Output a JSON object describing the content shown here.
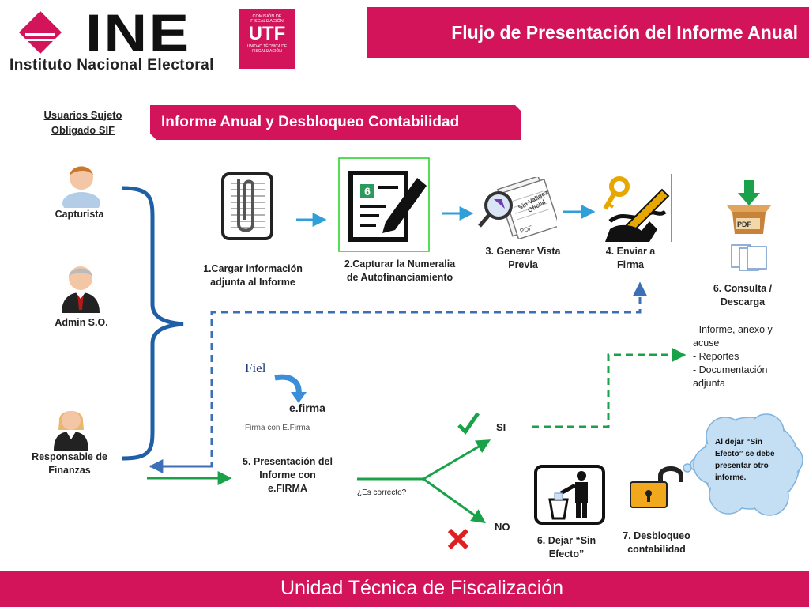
{
  "header": {
    "logo_ine": "INE",
    "logo_name": "Instituto Nacional Electoral",
    "utf_top": "COMISIÓN DE FISCALIZACIÓN",
    "utf_big": "UTF",
    "utf_bottom": "UNIDAD TÉCNICA DE FISCALIZACIÓN",
    "title": "Flujo de Presentación del  Informe Anual"
  },
  "users_label": "Usuarios Sujeto Obligado SIF",
  "section_title": "Informe Anual y Desbloqueo Contabilidad",
  "roles": {
    "capturista": "Capturista",
    "admin": "Admin S.O.",
    "responsable": "Responsable de Finanzas"
  },
  "steps": {
    "step1": "1.Cargar información adjunta al Informe",
    "step2": "2.Capturar la Numeralia de Autofinanciamiento",
    "step2_badge": "6",
    "step3": "3. Generar Vista Previa",
    "step3_stamp": "Sin Validez Oficial",
    "step3_pdf": "PDF",
    "step4": "4. Enviar a Firma",
    "step5": "5. Presentación del Informe con e.FIRMA",
    "step5_fiel": "Fiel",
    "step5_efirma": "e.firma",
    "step5_caption": "Firma con E.Firma",
    "step6a": "6. Consulta / Descarga",
    "step6a_pdf": "PDF",
    "step6b": "6. Dejar “Sin Efecto”",
    "step7": "7. Desbloqueo contabilidad"
  },
  "decision": {
    "question": "¿Es correcto?",
    "yes": "SI",
    "no": "NO"
  },
  "downloads": [
    "- Informe, anexo y acuse",
    "- Reportes",
    "- Documentación adjunta"
  ],
  "cloud_note": "Al dejar “Sin Efecto” se debe presentar otro informe.",
  "footer": "Unidad Técnica de Fiscalización",
  "colors": {
    "brand": "#d4145a",
    "arrow_blue": "#2f9fd8",
    "dashed_blue": "#3d6fb6",
    "green": "#1aa24a",
    "brace_blue": "#1f5fa6"
  }
}
